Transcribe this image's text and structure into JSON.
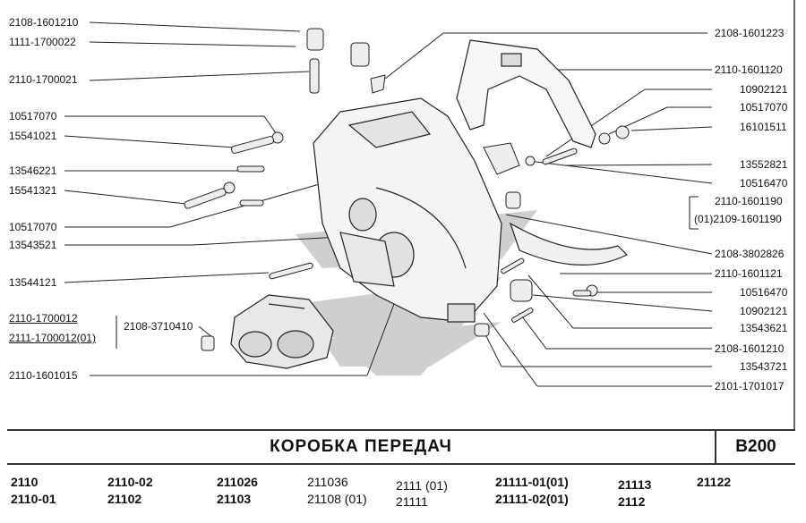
{
  "labels_left": [
    "2108-1601210",
    "1111-1700022",
    "2110-1700021",
    "10517070",
    "15541021",
    "13546221",
    "15541321",
    "10517070",
    "13543521",
    "13544121",
    "2110-1700012",
    "2111-1700012(01)",
    "2108-3710410",
    "2110-1601015"
  ],
  "labels_right": [
    "2108-1601223",
    "2110-1601120",
    "10902121",
    "10517070",
    "16101511",
    "13552821",
    "10516470",
    "2110-1601190",
    "(01)2109-1601190",
    "2108-3802826",
    "2110-1601121",
    "10516470",
    "10902121",
    "13543621",
    "2108-1601210",
    "13543721",
    "2101-1701017"
  ],
  "title": "КОРОБКА   ПЕРЕДАЧ",
  "code": "В200",
  "models": [
    "2110",
    "2110-01",
    "2110-02",
    "21102",
    "211026",
    "21103",
    "211036",
    "21108  (01)",
    "2111  (01)",
    "21111",
    "21111-01(01)",
    "21111-02(01)",
    "21113",
    "2112",
    "21122"
  ]
}
